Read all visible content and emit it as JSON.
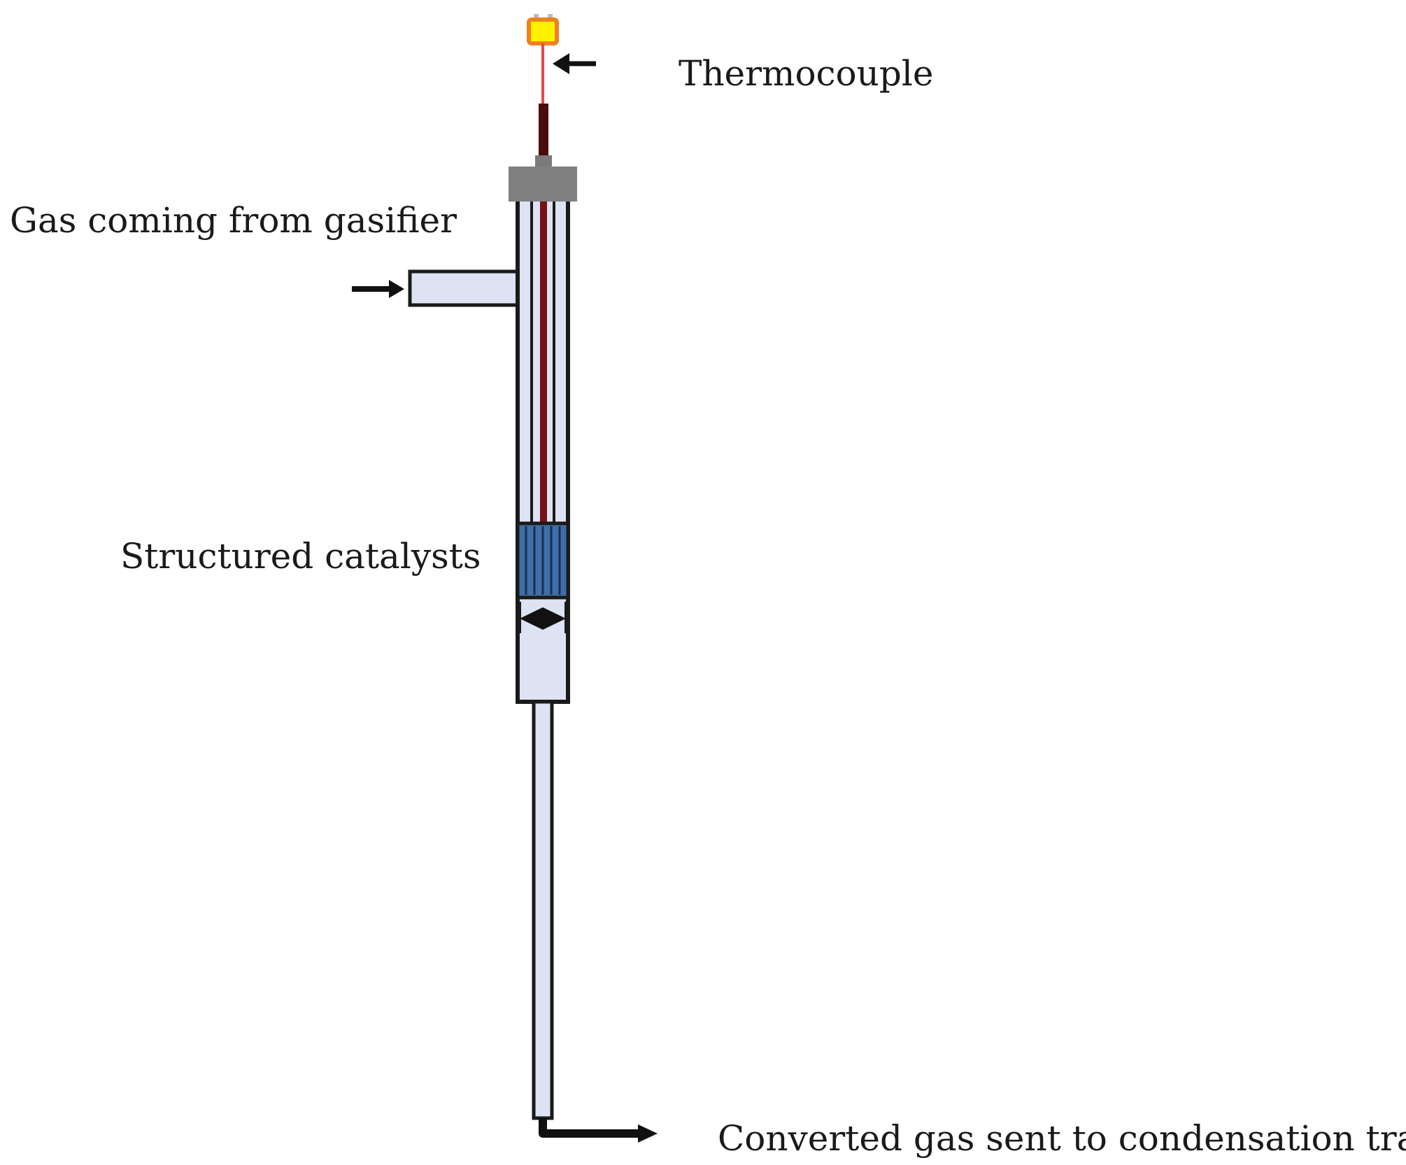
{
  "labels": {
    "thermocouple": "Thermocouple",
    "gas_inlet": "Gas coming from gasifier",
    "catalysts": "Structured catalysts",
    "gas_outlet": "Converted gas sent to condensation train"
  },
  "colors": {
    "tube_fill": "#dde3f3",
    "tube_outline": "#1a1a1a",
    "cap": "#808080",
    "thermocouple_wire": "#e8484a",
    "thermocouple_rod": "#7a1014",
    "thermocouple_head_fill": "#fff200",
    "thermocouple_head_border": "#f08020",
    "catalyst": "#3e6fa6",
    "arrow": "#111111"
  }
}
